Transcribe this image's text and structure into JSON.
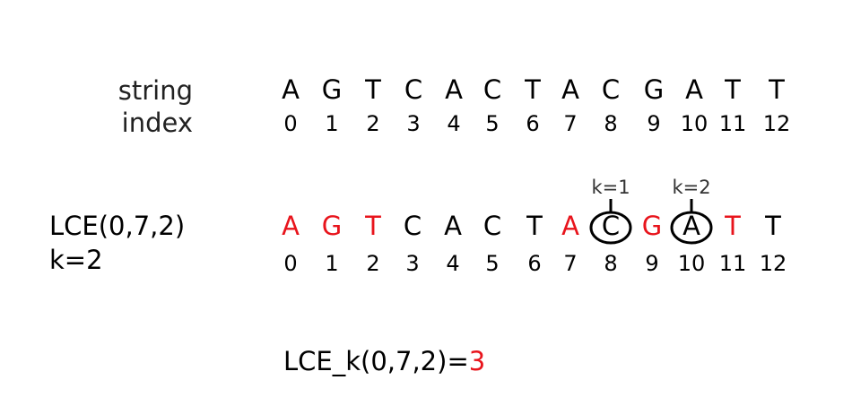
{
  "labels": {
    "string": "string",
    "index": "index",
    "lce_call": "LCE(0,7,2)",
    "k_value": "k=2"
  },
  "top_string": [
    "A",
    "G",
    "T",
    "C",
    "A",
    "C",
    "T",
    "A",
    "C",
    "G",
    "A",
    "T",
    "T"
  ],
  "top_index": [
    "0",
    "1",
    "2",
    "3",
    "4",
    "5",
    "6",
    "7",
    "8",
    "9",
    "10",
    "11",
    "12"
  ],
  "bottom_string": [
    "A",
    "G",
    "T",
    "C",
    "A",
    "C",
    "T",
    "A",
    "C",
    "G",
    "A",
    "T",
    "T"
  ],
  "bottom_index": [
    "0",
    "1",
    "2",
    "3",
    "4",
    "5",
    "6",
    "7",
    "8",
    "9",
    "10",
    "11",
    "12"
  ],
  "highlighted_positions": [
    0,
    1,
    2,
    7,
    9,
    11
  ],
  "mismatch_positions": [
    8,
    10
  ],
  "mismatch_labels": [
    "k=1",
    "k=2"
  ],
  "result": {
    "prefix": "LCE_k(0,7,2)=",
    "value": "3"
  },
  "colors": {
    "highlight": "#e8141c",
    "text": "#000000",
    "label": "#222222"
  }
}
